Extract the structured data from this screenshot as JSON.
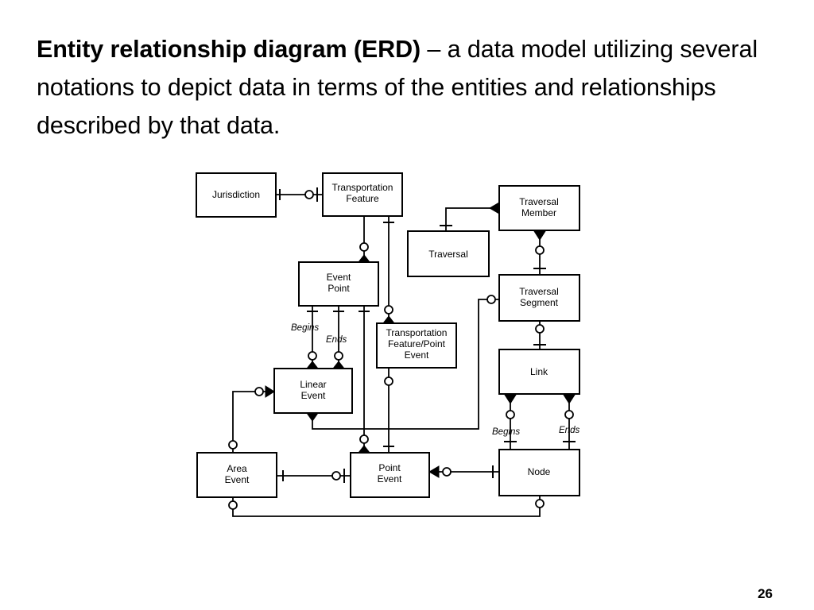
{
  "slide": {
    "term": "Entity relationship diagram (ERD)",
    "definition": " – a data model utilizing several notations to depict data in terms of the entities and relationships described by that data.",
    "page_number": "26"
  },
  "diagram": {
    "entities": {
      "jurisdiction": [
        "Jurisdiction"
      ],
      "transportation_feature": [
        "Transportation",
        "Feature"
      ],
      "traversal_member": [
        "Traversal",
        "Member"
      ],
      "traversal": [
        "Traversal"
      ],
      "event_point": [
        "Event",
        "Point"
      ],
      "traversal_segment": [
        "Traversal",
        "Segment"
      ],
      "tf_point_event": [
        "Transportation",
        "Feature/Point",
        "Event"
      ],
      "linear_event": [
        "Linear",
        "Event"
      ],
      "link": [
        "Link"
      ],
      "area_event": [
        "Area",
        "Event"
      ],
      "point_event": [
        "Point",
        "Event"
      ],
      "node": [
        "Node"
      ]
    },
    "role_labels": {
      "linear_begins": "Begins",
      "linear_ends": "Ends",
      "link_begins": "Begins",
      "link_ends": "Ends"
    }
  }
}
